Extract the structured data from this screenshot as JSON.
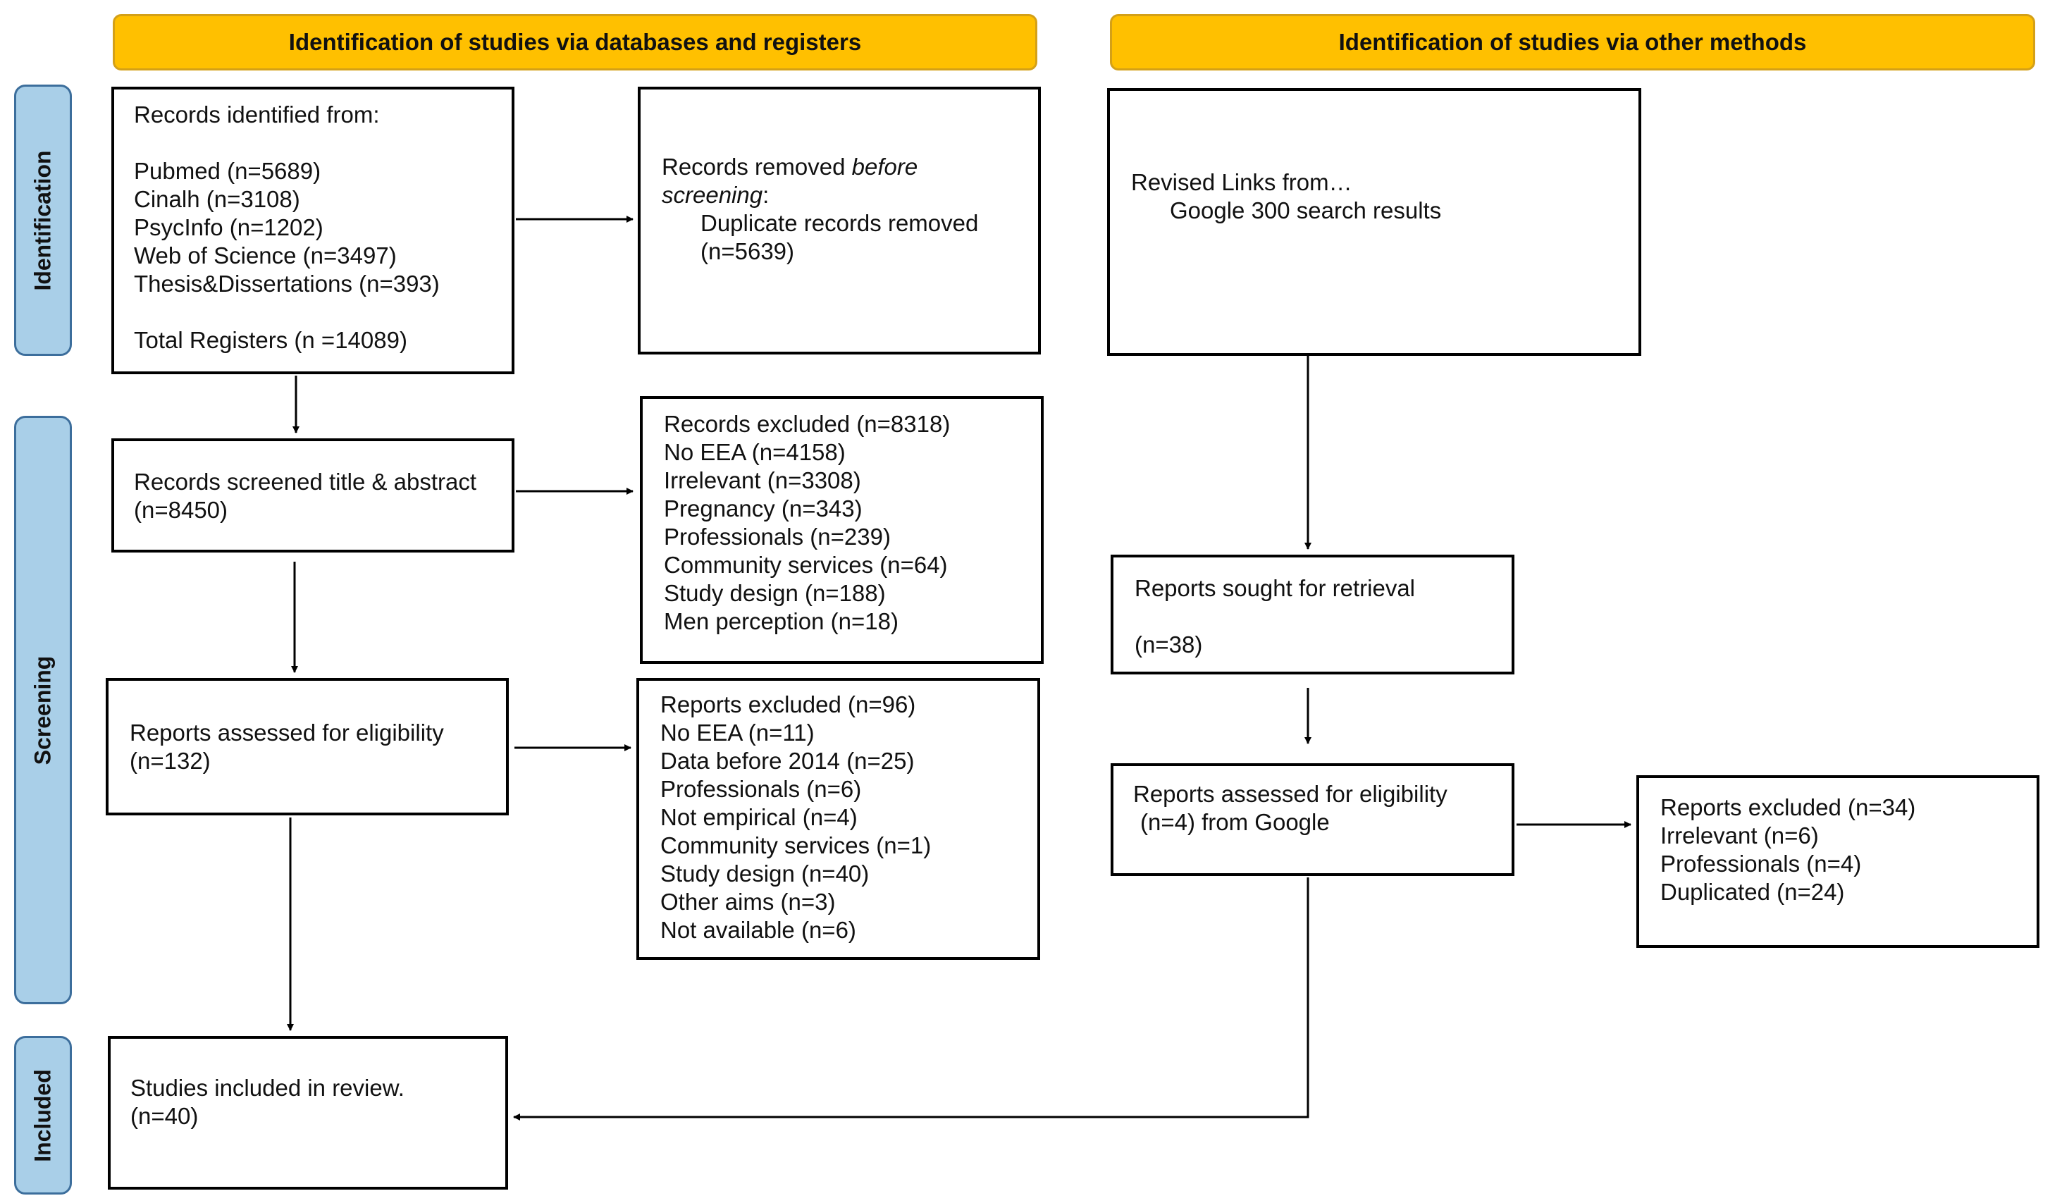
{
  "headers": {
    "left": "Identification of studies via databases and registers",
    "right": "Identification of studies via other methods"
  },
  "phases": {
    "identification": "Identification",
    "screening": "Screening",
    "included": "Included"
  },
  "records_identified": {
    "title": "Records identified from:",
    "sources": [
      "Pubmed (n=5689)",
      "Cinalh (n=3108)",
      "PsycInfo (n=1202)",
      "Web of Science (n=3497)",
      "Thesis&Dissertations (n=393)"
    ],
    "total": "Total Registers (n =14089)"
  },
  "records_removed": {
    "line1_prefix": "Records removed ",
    "line1_italic": "before",
    "line2_italic": "screening",
    "line2_suffix": ":",
    "line3": "Duplicate records removed",
    "line4": "(n=5639)"
  },
  "other_methods_links": {
    "line1": "Revised Links from…",
    "line2": "Google 300 search results"
  },
  "records_screened": {
    "line1": "Records screened title & abstract",
    "line2": "(n=8450)"
  },
  "records_excluded": {
    "lines": [
      "Records excluded (n=8318)",
      "No EEA (n=4158)",
      "Irrelevant (n=3308)",
      "Pregnancy (n=343)",
      "Professionals (n=239)",
      "Community services (n=64)",
      "Study design (n=188)",
      "Men perception (n=18)"
    ]
  },
  "reports_sought": {
    "line1": "Reports sought for retrieval",
    "line2": "(n=38)"
  },
  "reports_assessed": {
    "line1": "Reports assessed for eligibility",
    "line2": "(n=132)"
  },
  "reports_excluded": {
    "lines": [
      "Reports excluded (n=96)",
      "No EEA (n=11)",
      "Data before 2014 (n=25)",
      "Professionals (n=6)",
      "Not empirical (n=4)",
      "Community services (n=1)",
      "Study design (n=40)",
      "Other aims (n=3)",
      "Not available (n=6)"
    ]
  },
  "reports_assessed_google": {
    "line1": "Reports assessed for eligibility",
    "line2": "(n=4) from Google"
  },
  "reports_excluded_google": {
    "lines": [
      "Reports excluded (n=34)",
      "Irrelevant (n=6)",
      "Professionals (n=4)",
      "Duplicated (n=24)"
    ]
  },
  "studies_included": {
    "line1": "Studies included in review.",
    "line2": "(n=40)"
  }
}
